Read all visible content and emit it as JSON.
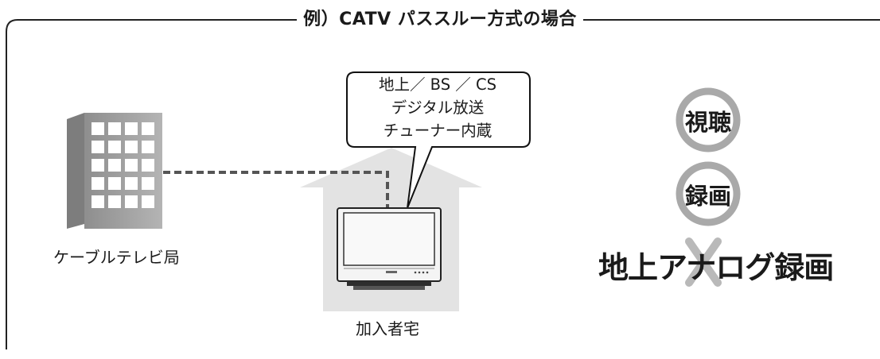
{
  "frame": {
    "title": "例）CATV パススルー方式の場合"
  },
  "provider": {
    "label": "ケーブルテレビ局"
  },
  "home": {
    "label": "加入者宅"
  },
  "callout": {
    "lines": [
      "地上／ BS ／ CS",
      "デジタル放送",
      "チューナー内蔵"
    ]
  },
  "status": {
    "viewing": "視聴",
    "recording": "録画",
    "analog_recording": "地上アナログ録画"
  },
  "colors": {
    "frame": "#222222",
    "building": "#9a9a9a",
    "house_bg": "#e3e3e3",
    "dashed_line": "#555555",
    "circle": "#a9a9a9",
    "cross": "#b9b9b9"
  },
  "icons": {
    "allowed": "circle-icon",
    "not_allowed": "cross-icon",
    "building": "building-icon",
    "tv": "tv-icon"
  }
}
